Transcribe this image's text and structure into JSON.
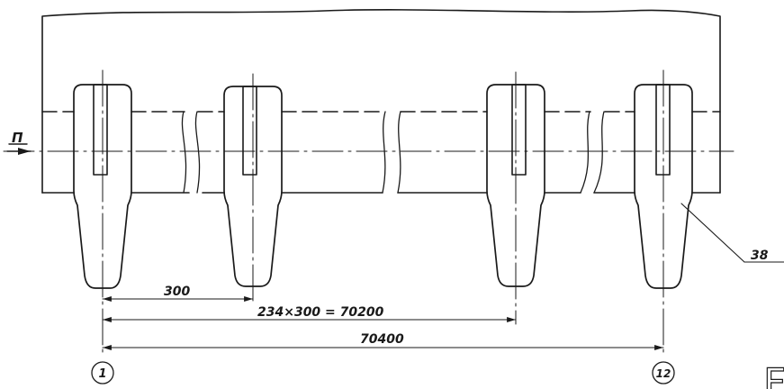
{
  "section_marker": "П",
  "item_label": "38",
  "dimensions": {
    "pitch": "300",
    "middle": "234×300 = 70200",
    "overall": "70400"
  },
  "axis_marks": {
    "first": "1",
    "last": "12"
  },
  "partial_letter": "F"
}
